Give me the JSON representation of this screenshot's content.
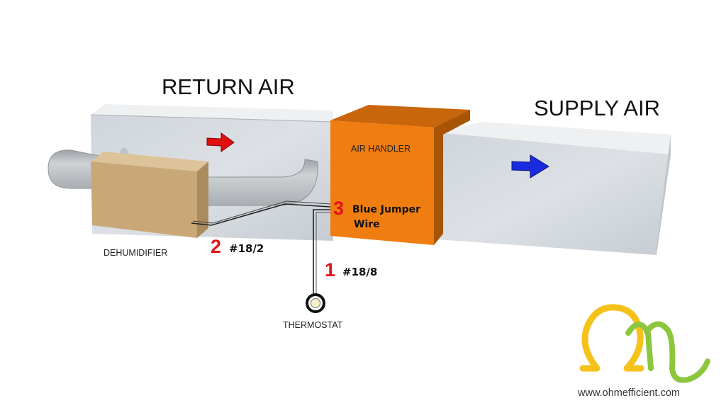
{
  "labels": {
    "return_air": "RETURN AIR",
    "supply_air": "SUPPLY AIR",
    "air_handler": "AIR HANDLER",
    "dehumidifier": "DEHUMIDIFIER",
    "thermostat": "THERMOSTAT"
  },
  "wires": [
    {
      "number": "1",
      "gauge": "#18/8"
    },
    {
      "number": "2",
      "gauge": "#18/2"
    },
    {
      "number": "3",
      "line1": "Blue Jumper",
      "line2": "Wire"
    }
  ],
  "logo": {
    "url": "www.ohmefficient.com",
    "colors": {
      "omega": "#f5c21b",
      "m": "#8cc63f"
    }
  },
  "colors": {
    "duct_front": "#d6dbe0",
    "duct_top": "#eef0f2",
    "air_handler": "#f07d10",
    "air_handler_top": "#c9650a",
    "dehumidifier": "#c9a878",
    "pipe": "#b8bcc0",
    "return_arrow": "#e01010",
    "supply_arrow": "#1a2adf",
    "number_red": "#e0141a"
  },
  "icons": [
    "return-air-arrow-icon",
    "supply-air-arrow-icon",
    "thermostat-icon",
    "logo-omega-m-icon"
  ]
}
